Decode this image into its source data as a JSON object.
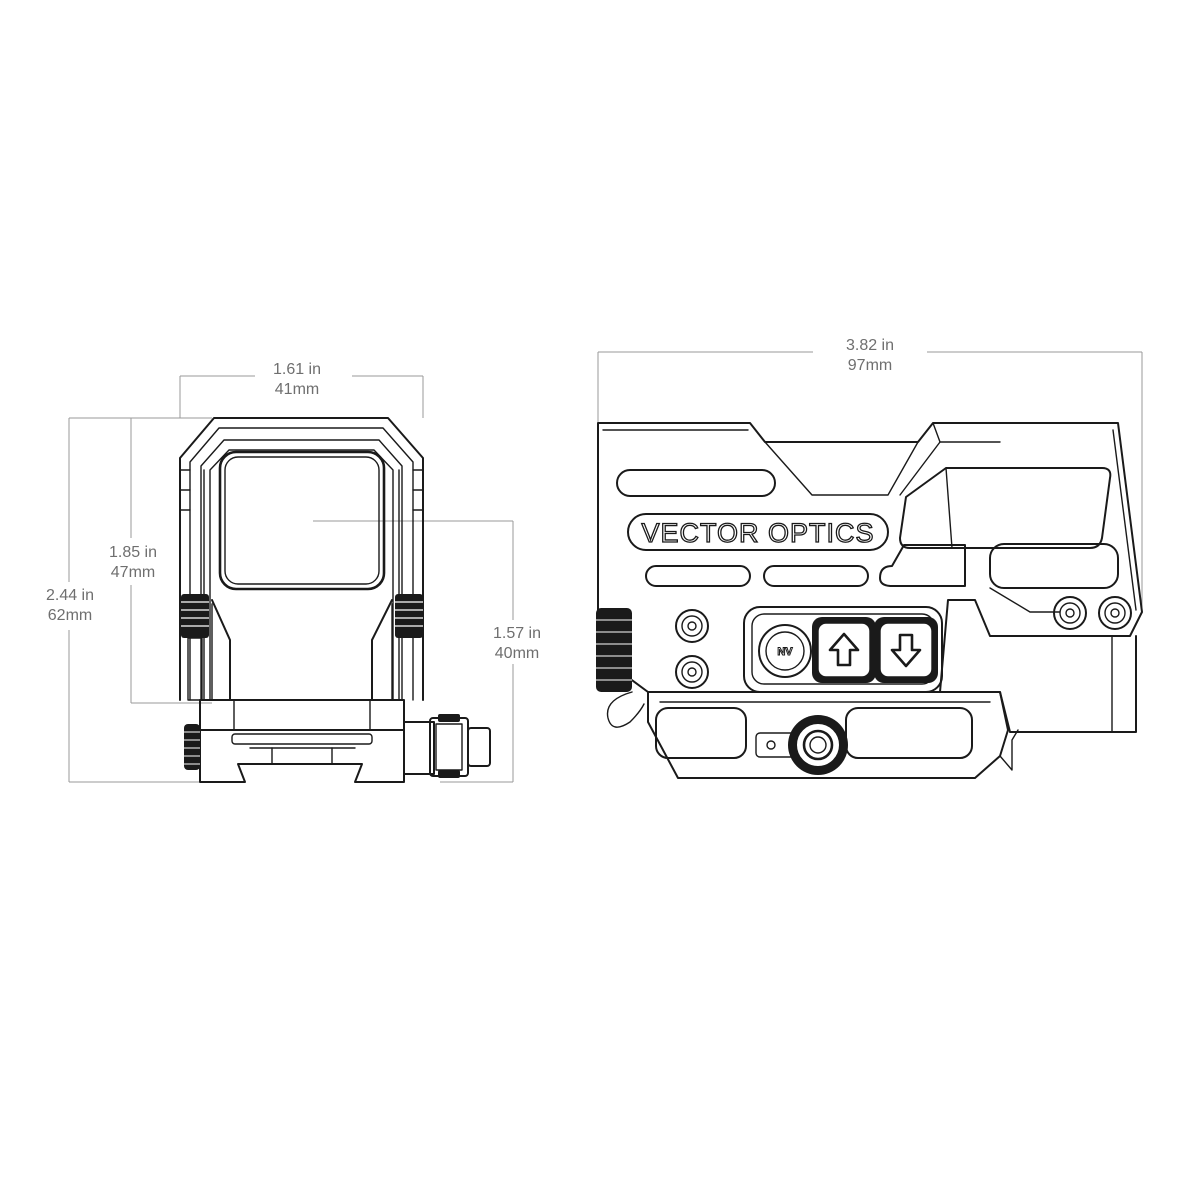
{
  "front_view": {
    "width_in": "1.61 in",
    "width_mm": "41mm",
    "total_height_in": "2.44 in",
    "total_height_mm": "62mm",
    "window_height_in": "1.85 in",
    "window_height_mm": "47mm",
    "optical_axis_in": "1.57 in",
    "optical_axis_mm": "40mm"
  },
  "side_view": {
    "length_in": "3.82 in",
    "length_mm": "97mm",
    "logo_text": "VECTOR OPTICS",
    "nv_button_label": "NV"
  },
  "icons": {
    "up": "arrow-up-icon",
    "down": "arrow-down-icon",
    "screw": "torx-screw-icon",
    "knob": "knurled-knob-icon"
  },
  "colors": {
    "ink": "#1a1a1a",
    "dimension": "#9a9a9a",
    "dimension_text": "#6f6f6f"
  }
}
